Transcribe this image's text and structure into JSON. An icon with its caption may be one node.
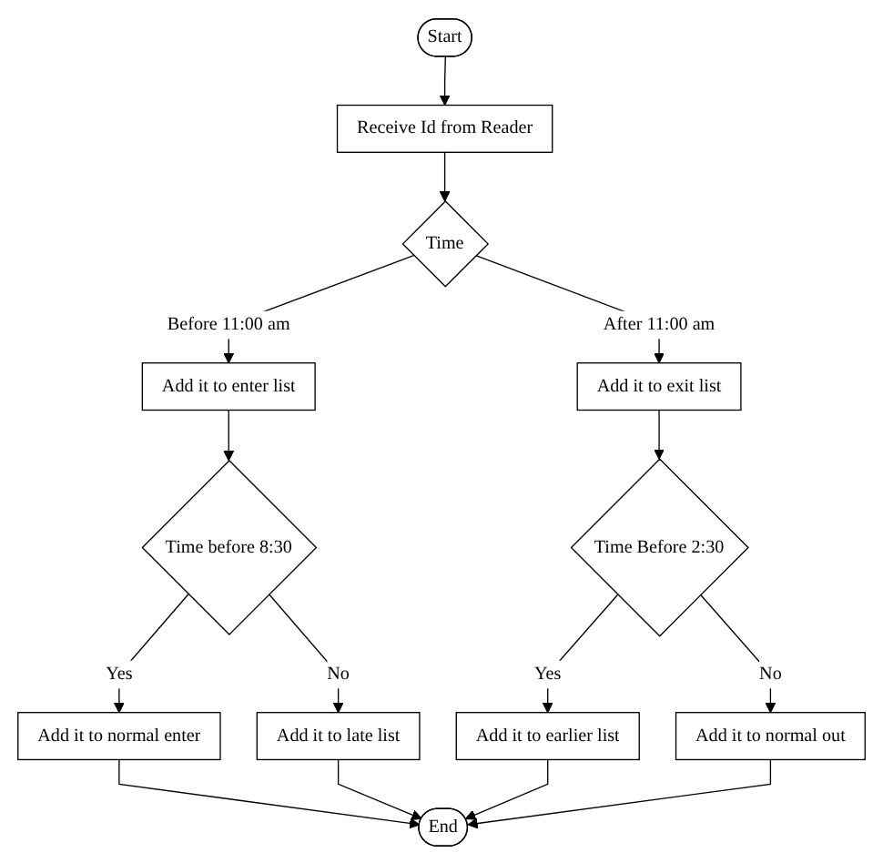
{
  "diagram": {
    "nodes": [
      {
        "text": [
          "Start"
        ]
      },
      {
        "text": [
          "Receive Id from Reader"
        ]
      },
      {
        "text": [
          "Time"
        ]
      },
      {
        "text": [
          "Add it to enter list"
        ]
      },
      {
        "text": [
          "Add it to exit list"
        ]
      },
      {
        "text": [
          "Time before 8:30"
        ]
      },
      {
        "text": [
          "Time Before 2:30"
        ]
      },
      {
        "text": [
          "Add it to normal enter"
        ]
      },
      {
        "text": [
          "Add it to late list"
        ]
      },
      {
        "text": [
          "Add it to earlier list"
        ]
      },
      {
        "text": [
          "Add it to normal out"
        ]
      },
      {
        "text": [
          "End"
        ]
      }
    ],
    "edges": [
      {
        "from": 0,
        "to": 1,
        "arrow": "to"
      },
      {
        "from": 1,
        "to": 2,
        "arrow": "to"
      },
      {
        "from": 2,
        "to": 3,
        "label": "Before 11:00 am",
        "arrow": "to"
      },
      {
        "from": 2,
        "to": 4,
        "label": "After 11:00 am",
        "arrow": "to"
      },
      {
        "from": 3,
        "to": 5,
        "arrow": "to"
      },
      {
        "from": 4,
        "to": 6,
        "arrow": "to"
      },
      {
        "from": 5,
        "to": 7,
        "label": "Yes",
        "arrow": "to"
      },
      {
        "from": 5,
        "to": 8,
        "label": "No",
        "arrow": "to"
      },
      {
        "from": 6,
        "to": 9,
        "label": "Yes",
        "arrow": "to"
      },
      {
        "from": 6,
        "to": 10,
        "label": "No",
        "arrow": "to"
      },
      {
        "from": 7,
        "to": 11,
        "arrow": "to"
      },
      {
        "from": 8,
        "to": 11,
        "arrow": "to"
      },
      {
        "from": 9,
        "to": 11,
        "arrow": "to"
      },
      {
        "from": 10,
        "to": 11,
        "arrow": "to"
      }
    ]
  }
}
